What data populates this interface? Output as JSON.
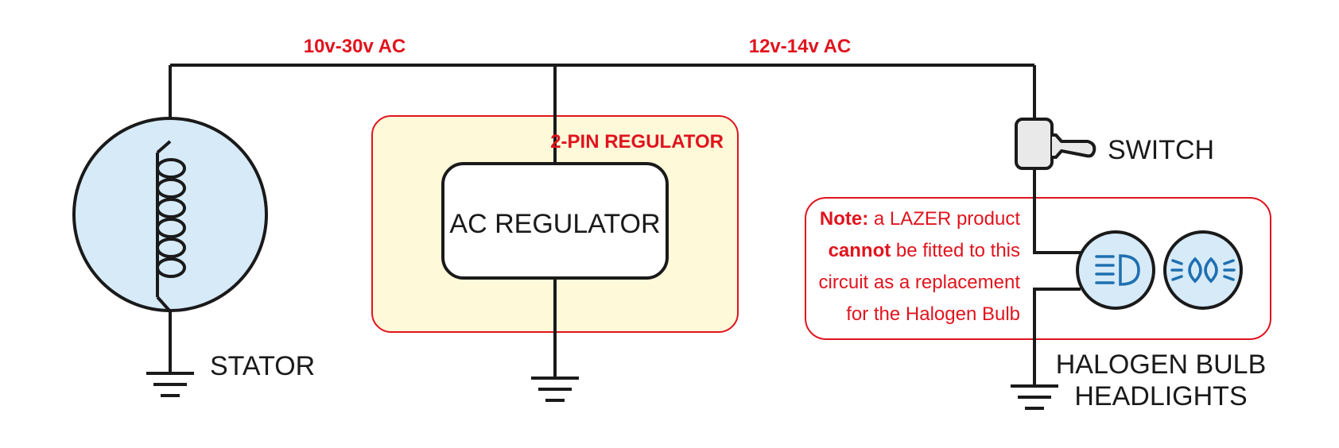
{
  "colors": {
    "accent_red": "#e0141e",
    "wire": "#1a1a1a",
    "stator_fill": "#d6eaf8",
    "regulator_box_fill": "#fdf9d9",
    "bulb_fill": "#d6eaf8",
    "bulb_icon": "#1e6fb0"
  },
  "voltages": {
    "stator_to_regulator": "10v-30v AC",
    "regulator_to_headlights": "12v-14v AC"
  },
  "stator": {
    "label": "STATOR"
  },
  "regulator": {
    "group_label": "2-PIN REGULATOR",
    "box_label": "AC REGULATOR"
  },
  "switch": {
    "label": "SWITCH"
  },
  "headlights": {
    "label_line1": "HALOGEN BULB",
    "label_line2": "HEADLIGHTS",
    "icons": [
      "low-beam-headlight-icon",
      "side-light-icon"
    ]
  },
  "note": {
    "lead": "Note:",
    "line1_rest": " a LAZER product",
    "line2_bold": "cannot",
    "line2_rest": " be fitted to this",
    "line3": "circuit as a replacement",
    "line4": "for the Halogen Bulb"
  }
}
